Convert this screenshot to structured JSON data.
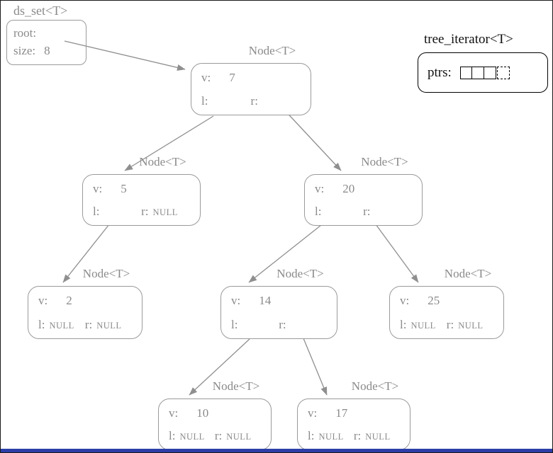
{
  "ds_set": {
    "title": "ds_set<T>",
    "root_label": "root:",
    "size_label": "size:",
    "size_value": "8"
  },
  "iterator": {
    "title": "tree_iterator<T>",
    "ptrs_label": "ptrs:",
    "cell_count": 4
  },
  "nodes": [
    {
      "title": "Node<T>",
      "v_label": "v:",
      "value": "7",
      "l_label": "l:",
      "l_value": "",
      "r_label": "r:",
      "r_value": ""
    },
    {
      "title": "Node<T>",
      "v_label": "v:",
      "value": "5",
      "l_label": "l:",
      "l_value": "",
      "r_label": "r:",
      "r_value": "NULL"
    },
    {
      "title": "Node<T>",
      "v_label": "v:",
      "value": "20",
      "l_label": "l:",
      "l_value": "",
      "r_label": "r:",
      "r_value": ""
    },
    {
      "title": "Node<T>",
      "v_label": "v:",
      "value": "2",
      "l_label": "l:",
      "l_value": "NULL",
      "r_label": "r:",
      "r_value": "NULL"
    },
    {
      "title": "Node<T>",
      "v_label": "v:",
      "value": "14",
      "l_label": "l:",
      "l_value": "",
      "r_label": "r:",
      "r_value": ""
    },
    {
      "title": "Node<T>",
      "v_label": "v:",
      "value": "25",
      "l_label": "l:",
      "l_value": "NULL",
      "r_label": "r:",
      "r_value": "NULL"
    },
    {
      "title": "Node<T>",
      "v_label": "v:",
      "value": "10",
      "l_label": "l:",
      "l_value": "NULL",
      "r_label": "r:",
      "r_value": "NULL"
    },
    {
      "title": "Node<T>",
      "v_label": "v:",
      "value": "17",
      "l_label": "l:",
      "l_value": "NULL",
      "r_label": "r:",
      "r_value": "NULL"
    }
  ],
  "tree": {
    "root_value": 7,
    "size": 8,
    "edges": [
      "root->7",
      "7->5",
      "7->20",
      "5->2",
      "20->14",
      "20->25",
      "14->10",
      "14->17"
    ]
  },
  "colors": {
    "diagram_gray": "#8a8a8a",
    "border_gray": "#9a9a9a",
    "iterator_black": "#111111",
    "footer_blue": "#2d3ea8"
  }
}
